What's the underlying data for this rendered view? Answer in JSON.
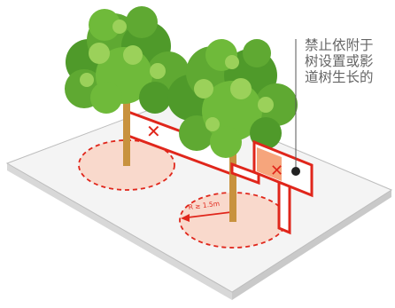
{
  "callout": {
    "lines": [
      "禁止依附于",
      "树设置或影",
      "道树生长的"
    ]
  },
  "radius_label": "R ≥ 1.5m",
  "colors": {
    "red": "#e0261b",
    "root_zone_fill": "#f9d9cc",
    "sign_panel": "#f6a57c",
    "ground_top": "#f3f3f3",
    "ground_side": "#d6d6d6",
    "foliage_dark": "#4f9a2a",
    "foliage_mid": "#6fba3a",
    "foliage_light": "#9bd15a",
    "trunk": "#c8923e",
    "callout_line": "#555555",
    "callout_text": "#666666"
  },
  "icons": [
    "prohibited-x-icon",
    "prohibited-x-icon",
    "callout-dot-icon",
    "radius-arrow-icon"
  ]
}
